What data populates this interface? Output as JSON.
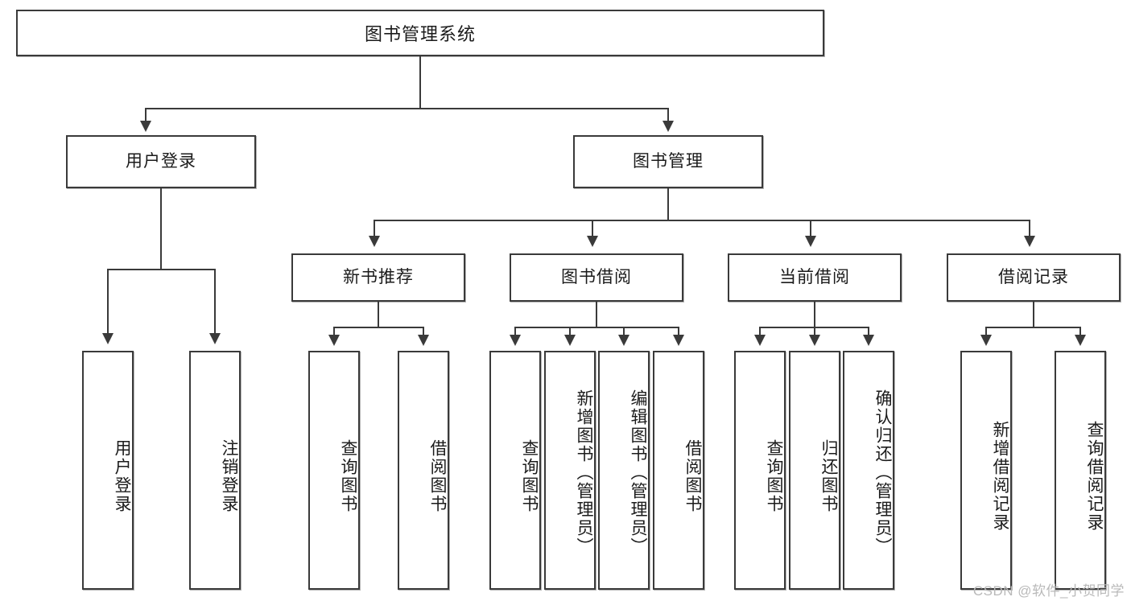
{
  "diagram": {
    "type": "tree-hierarchy",
    "title": "图书管理系统",
    "watermark": "CSDN @软件_小贺同学",
    "root": {
      "label": "图书管理系统"
    },
    "level2": [
      {
        "label": "用户登录"
      },
      {
        "label": "图书管理"
      }
    ],
    "level3": [
      {
        "label": "新书推荐"
      },
      {
        "label": "图书借阅"
      },
      {
        "label": "当前借阅"
      },
      {
        "label": "借阅记录"
      }
    ],
    "leaves": {
      "user_login": [
        {
          "label": "用户登录"
        },
        {
          "label": "注销登录"
        }
      ],
      "new_book_recommend": [
        {
          "label": "查询图书"
        },
        {
          "label": "借阅图书"
        }
      ],
      "book_borrow": [
        {
          "label": "查询图书"
        },
        {
          "label": "新增图书（管理员）"
        },
        {
          "label": "编辑图书（管理员）"
        },
        {
          "label": "借阅图书"
        }
      ],
      "current_borrow": [
        {
          "label": "查询图书"
        },
        {
          "label": "归还图书"
        },
        {
          "label": "确认归还（管理员）"
        }
      ],
      "borrow_record": [
        {
          "label": "新增借阅记录"
        },
        {
          "label": "查询借阅记录"
        }
      ]
    },
    "colors": {
      "stroke": "#3a3a3a",
      "fill": "#ffffff",
      "text": "#1b1b1b",
      "watermark": "#b9b9b9"
    }
  }
}
